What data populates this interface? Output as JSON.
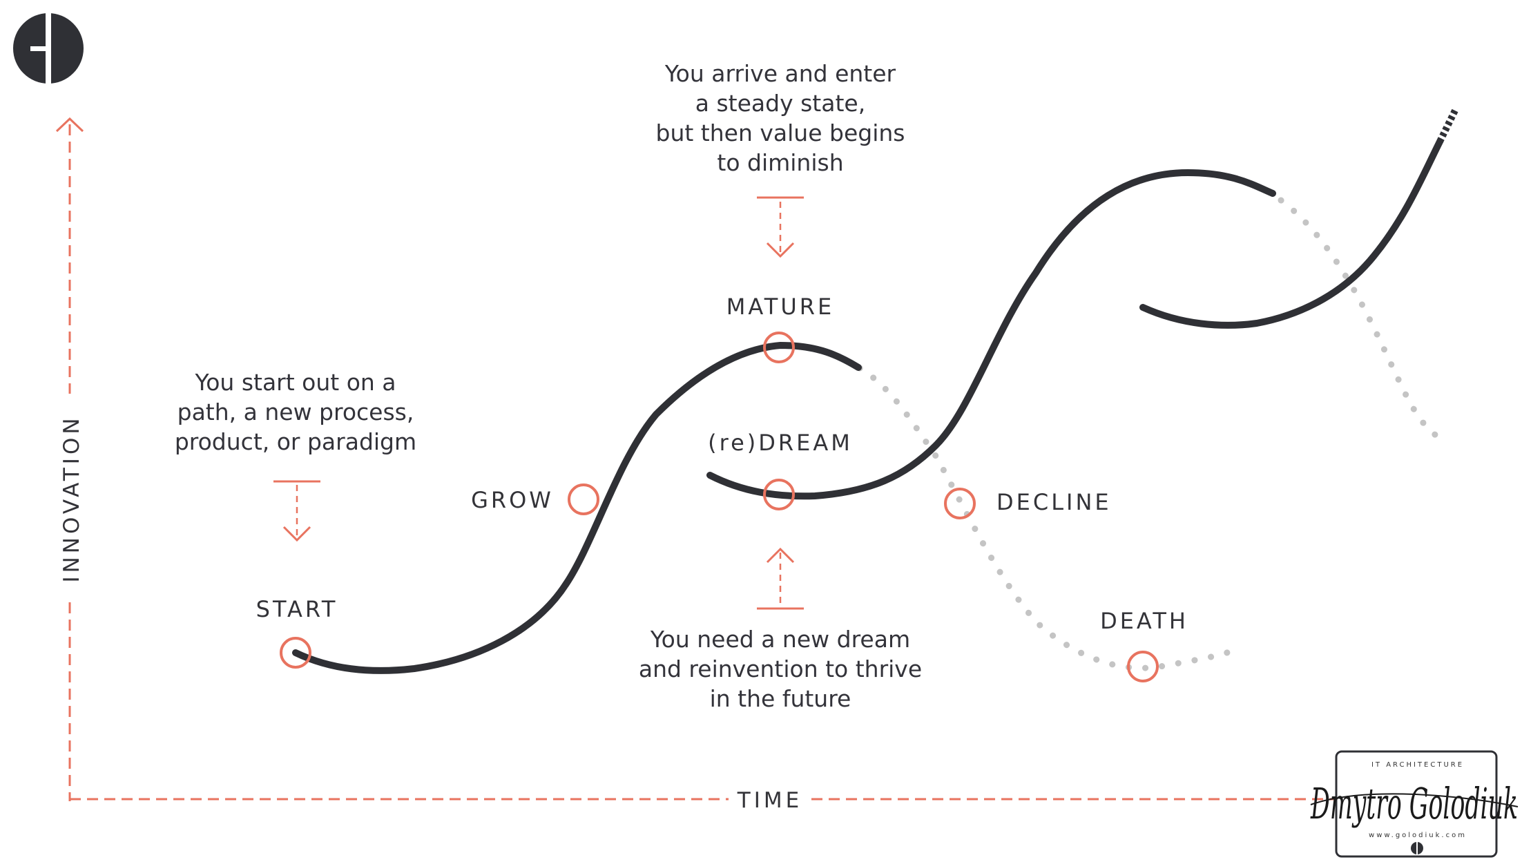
{
  "colors": {
    "accent": "#e8735f",
    "curve": "#2f3035",
    "dots": "#c4c4c4",
    "text": "#333338",
    "logo": "#2f3035"
  },
  "icons": {
    "logo": "circle-split-logo-icon",
    "signature_badge": "signature-badge-icon"
  },
  "axes": {
    "y_label": "INNOVATION",
    "x_label": "TIME"
  },
  "stages": {
    "start": "START",
    "grow": "GROW",
    "mature": "MATURE",
    "redream": "(re)DREAM",
    "decline": "DECLINE",
    "death": "DEATH"
  },
  "notes": {
    "start": [
      "You start out on a",
      "path, a new process,",
      "product, or paradigm"
    ],
    "mature": [
      "You arrive and enter",
      "a steady state,",
      "but then value begins",
      "to diminish"
    ],
    "redream": [
      "You need a new dream",
      "and reinvention to thrive",
      "in the future"
    ]
  },
  "signature": {
    "tagline": "IT ARCHITECTURE",
    "name": "Dmytro Golodiuk",
    "website": "www.golodiuk.com"
  }
}
